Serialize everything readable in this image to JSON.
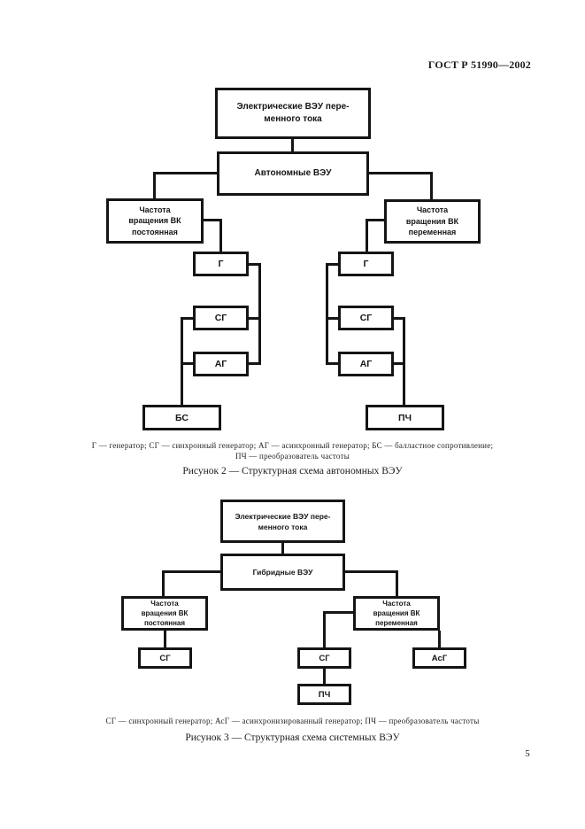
{
  "page": {
    "header": "ГОСТ Р 51990—2002",
    "page_number": "5"
  },
  "figure2": {
    "nodes": {
      "root": "Электрические ВЭУ пере-\nменного тока",
      "autonomous": "Автономные ВЭУ",
      "freq_const": "Частота\nвращения ВК\nпостоянная",
      "freq_var": "Частота\nвращения ВК\nпеременная",
      "g_left": "Г",
      "sg_left": "СГ",
      "ag_left": "АГ",
      "bs": "БС",
      "g_right": "Г",
      "sg_right": "СГ",
      "ag_right": "АГ",
      "pch": "ПЧ"
    },
    "legend_line1": "Г — генератор; СГ — синхронный генератор; АГ — асинхронный генератор; БС — балластное сопротивление;",
    "legend_line2": "ПЧ — преобразователь частоты",
    "caption": "Рисунок 2 — Структурная схема автономных ВЭУ"
  },
  "figure3": {
    "nodes": {
      "root": "Электрические ВЭУ пере-\nменного тока",
      "hybrid": "Гибридные ВЭУ",
      "freq_const": "Частота\nвращения ВК\nпостоянная",
      "freq_var": "Частота\nвращения ВК\nпеременная",
      "sg_left": "СГ",
      "sg_mid": "СГ",
      "pch": "ПЧ",
      "asg": "АсГ"
    },
    "legend_line1": "СГ — синхронный генератор; АсГ — асинхронизированный генератор; ПЧ — преобразователь частоты",
    "caption": "Рисунок 3 — Структурная схема системных ВЭУ"
  }
}
